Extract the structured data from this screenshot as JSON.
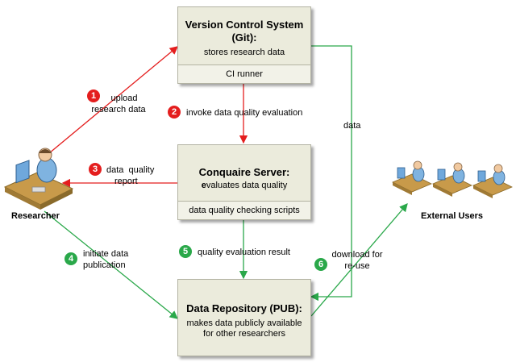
{
  "boxes": {
    "vcs": {
      "title_line1": "Version Control System",
      "title_line2": "(Git):",
      "desc": "stores research data",
      "footer": "CI runner"
    },
    "conquaire": {
      "title": "Conquaire Server:",
      "desc_bold": "e",
      "desc_rest": "valuates data quality",
      "footer": "data quality checking scripts"
    },
    "repo": {
      "title": "Data Repository (PUB):",
      "desc_line1": "makes data publicly available",
      "desc_line2": "for other researchers"
    }
  },
  "steps": [
    {
      "number": "1",
      "line1": "upload",
      "line2": "research data",
      "color": "#e41e1e"
    },
    {
      "number": "2",
      "line1": "invoke data quality evaluation",
      "color": "#e41e1e"
    },
    {
      "number": "3",
      "line1": "data  quality",
      "line2": "report",
      "color": "#e41e1e"
    },
    {
      "number": "4",
      "line1": "initiate data",
      "line2": "publication",
      "color": "#2aa84a"
    },
    {
      "number": "5",
      "line1": "quality evaluation result",
      "color": "#2aa84a"
    },
    {
      "number": "6",
      "line1": "download for",
      "line2": "re-use",
      "color": "#2aa84a"
    }
  ],
  "labels": {
    "data": "data"
  },
  "actors": {
    "researcher": "Researcher",
    "external_users": "External Users"
  },
  "colors": {
    "red_arrow": "#e41e1e",
    "green_arrow": "#2aa84a",
    "box_fill": "#ebebdc"
  },
  "icons": {
    "researcher": "researcher-at-computer-icon",
    "external": "users-at-computers-icon"
  }
}
